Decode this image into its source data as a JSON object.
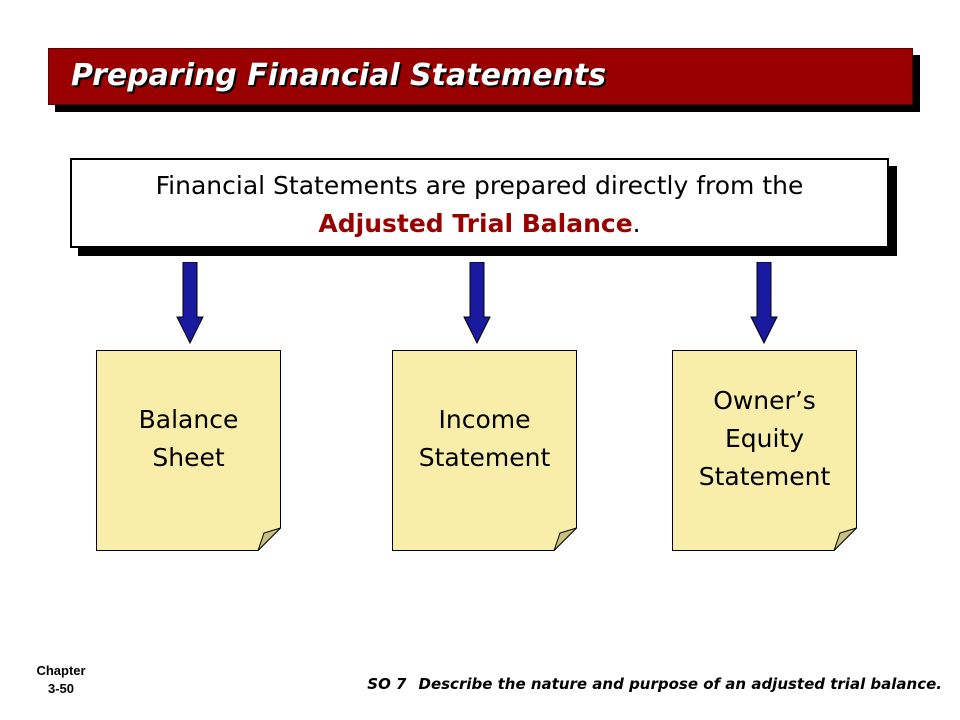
{
  "title": "Preparing Financial Statements",
  "intro": {
    "text": "Financial Statements are prepared directly from the",
    "emphasis": "Adjusted Trial Balance",
    "suffix": "."
  },
  "documents": [
    {
      "lines": [
        "Balance",
        "Sheet"
      ]
    },
    {
      "lines": [
        "Income",
        "Statement"
      ]
    },
    {
      "lines": [
        "Owner’s",
        "Equity",
        "Statement"
      ]
    }
  ],
  "footer": {
    "chapter_label": "Chapter",
    "chapter_number": "3-50",
    "objective_code": "SO 7",
    "objective_text": "Describe the nature and purpose of an adjusted trial balance."
  },
  "colors": {
    "title_bar": "#990000",
    "emphasis_text": "#990000",
    "arrow_fill": "#1a1aa0",
    "document_fill": "#f8eeaa"
  }
}
